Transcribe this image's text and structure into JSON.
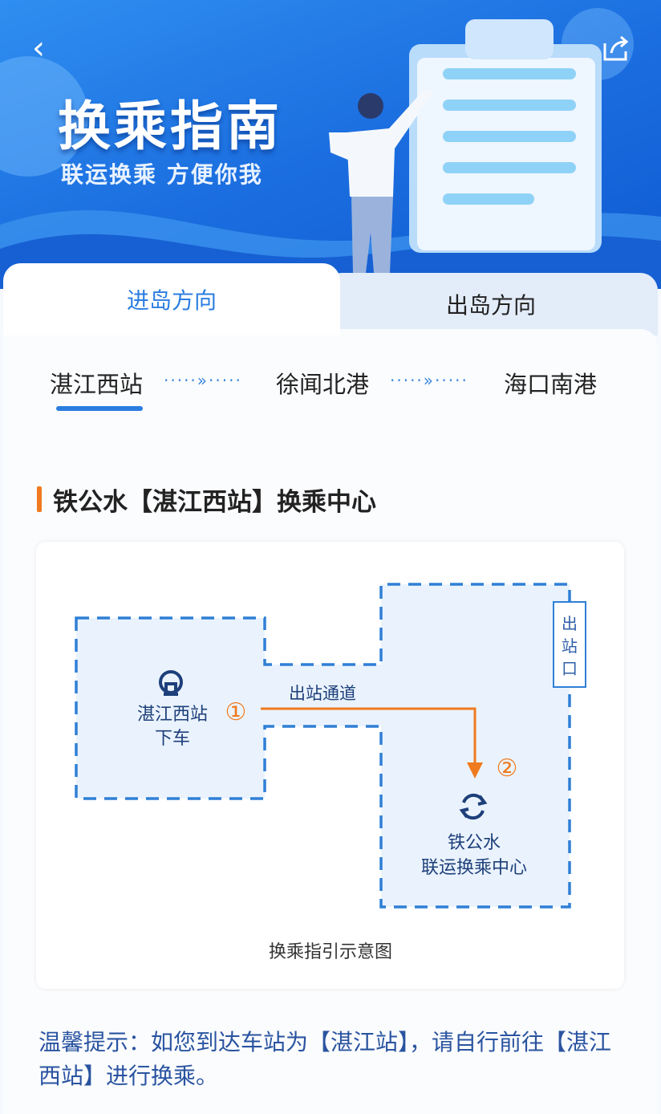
{
  "header": {
    "title": "换乘指南",
    "subtitle": "联运换乘  方便你我",
    "back_icon": "chevron-left-icon",
    "share_icon": "share-icon"
  },
  "tabs": [
    {
      "label": "进岛方向",
      "active": true
    },
    {
      "label": "出岛方向",
      "active": false
    }
  ],
  "route": {
    "stops": [
      "湛江西站",
      "徐闻北港",
      "海口南港"
    ],
    "separator": "·····»·····",
    "active_index": 0
  },
  "section": {
    "title": "铁公水【湛江西站】换乘中心"
  },
  "diagram": {
    "start_label_1": "湛江西站",
    "start_label_2": "下车",
    "step1": "①",
    "passage": "出站通道",
    "step2": "②",
    "exit_label": [
      "出",
      "站",
      "口"
    ],
    "center_label_1": "铁公水",
    "center_label_2": "联运换乘中心",
    "caption": "换乘指引示意图",
    "colors": {
      "dash": "#2f7fd6",
      "fill": "#eaf3fd",
      "arrow": "#f07a1e",
      "text": "#1d3f7a"
    }
  },
  "tip": "温馨提示：如您到达车站为【湛江站】，请自行前往【湛江西站】进行换乘。"
}
